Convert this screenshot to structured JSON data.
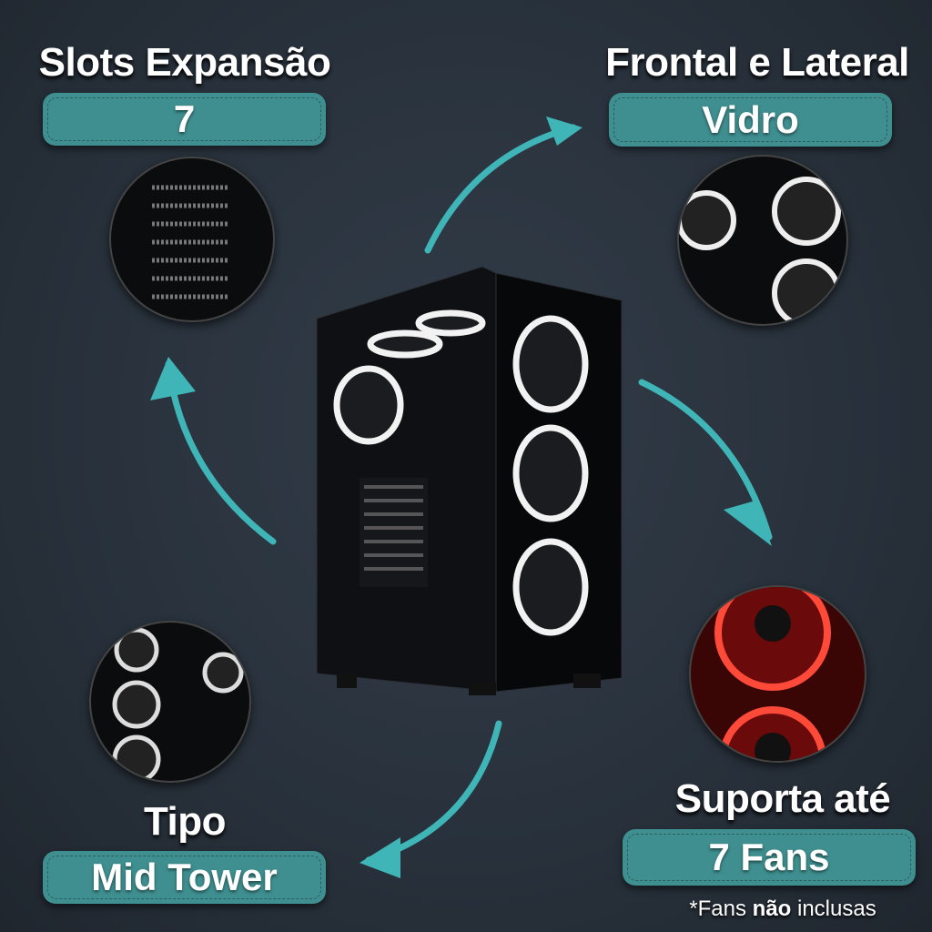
{
  "features": {
    "slots": {
      "title": "Slots Expansão",
      "value": "7"
    },
    "glass": {
      "title": "Frontal e Lateral",
      "value": "Vidro"
    },
    "type": {
      "title": "Tipo",
      "value": "Mid Tower"
    },
    "fans": {
      "title": "Suporta até",
      "value": "7 Fans",
      "note_prefix": "*Fans ",
      "note_bold": "não",
      "note_suffix": " inclusas"
    }
  },
  "colors": {
    "accent": "#3f8f90",
    "background": "#28313b"
  }
}
